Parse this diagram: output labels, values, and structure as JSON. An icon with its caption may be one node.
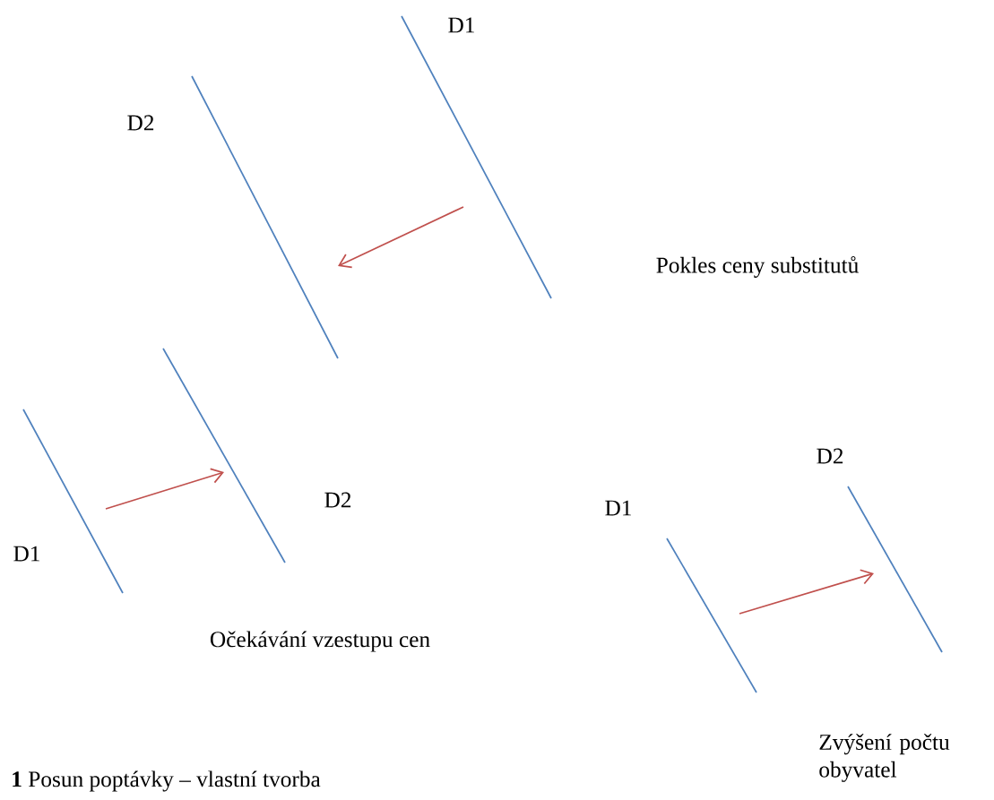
{
  "diagram": {
    "caption": "**1** Posun poptávky – vlastní tvorba",
    "nodes": [
      {
        "text": [
          "D1"
        ]
      },
      {
        "text": [
          "D2"
        ]
      },
      {
        "text": [
          "D1"
        ]
      },
      {
        "text": [
          "D2"
        ]
      },
      {
        "text": [
          "D1"
        ]
      },
      {
        "text": [
          "D2"
        ]
      }
    ],
    "edges": [
      {
        "from": 0,
        "to": 1,
        "arrow": "to"
      },
      {
        "from": 2,
        "to": 3,
        "arrow": "to"
      },
      {
        "from": 4,
        "to": 5,
        "arrow": "to"
      }
    ],
    "labels": [
      "Pokles ceny substitutů",
      "Očekávání vzestupu cen",
      "Zvýšení počtu obyvatel"
    ]
  }
}
